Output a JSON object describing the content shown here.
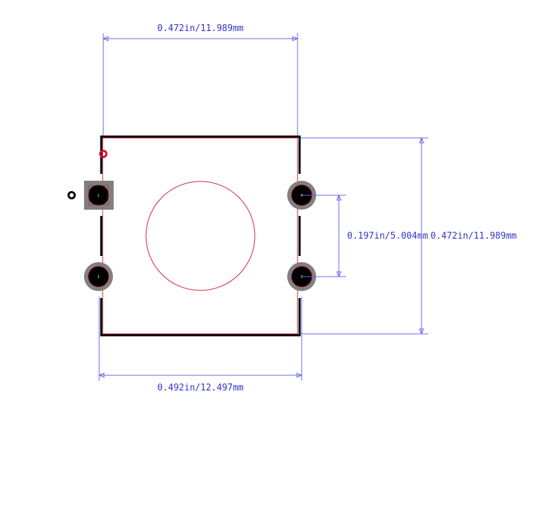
{
  "drawing": {
    "colors": {
      "background": "#ffffff",
      "dimension": "#3333cc",
      "dimension_line": "#6666ee",
      "silkscreen": "#000000",
      "courtyard": "#cc2233",
      "pad_ring": "#808080",
      "pad_hole": "#000000",
      "pin1_marker": "#cc1133"
    },
    "dimensions": {
      "top": "0.472in/11.989mm",
      "bottom": "0.492in/12.497mm",
      "pin_pitch": "0.197in/5.004mm",
      "height": "0.472in/11.989mm"
    },
    "pads": [
      {
        "label": "1",
        "shape": "square"
      },
      {
        "label": "2",
        "shape": "round"
      },
      {
        "label": "3",
        "shape": "round"
      },
      {
        "label": "4",
        "shape": "round"
      }
    ]
  }
}
